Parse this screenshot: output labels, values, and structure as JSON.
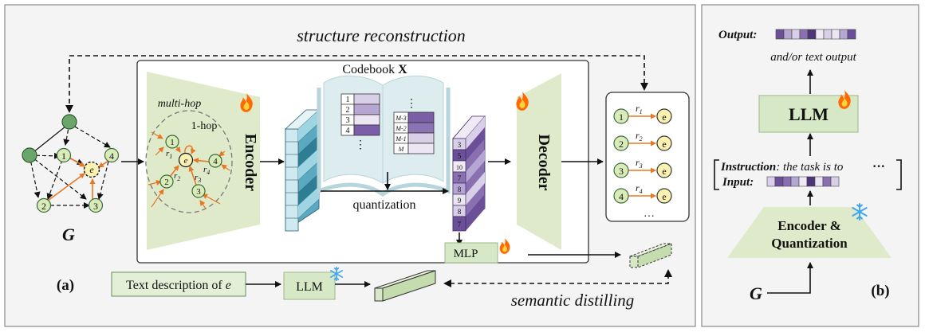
{
  "panel_a": {
    "top_label": "structure reconstruction",
    "graph_label": "G",
    "graph_nodes": {
      "n1": "1",
      "n2": "2",
      "n3": "3",
      "n4": "4",
      "center": "e"
    },
    "encoder": {
      "label": "Encoder",
      "multi_hop": "multi-hop",
      "one_hop": "1-hop",
      "nodes": {
        "n1": "1",
        "n2": "2",
        "n3": "3",
        "n4": "4",
        "center": "e"
      },
      "relations": {
        "r1": "r",
        "r1_sub": "1",
        "r2": "r",
        "r2_sub": "2",
        "r3": "r",
        "r3_sub": "3",
        "r4": "r",
        "r4_sub": "4"
      }
    },
    "codebook": {
      "title": "Codebook",
      "title_bold": "X",
      "left_rows": [
        "1",
        "2",
        "3",
        "4"
      ],
      "right_rows": [
        "M-3",
        "M-2",
        "M-1",
        "M"
      ],
      "dots": "⋮"
    },
    "quantization": "quantization",
    "quantized_codes": [
      "3",
      "5",
      "10",
      "7",
      "8",
      "9",
      "8",
      "7"
    ],
    "decoder": {
      "label": "Decoder"
    },
    "mlp": "MLP",
    "triples": [
      {
        "head": "1",
        "rel": "r",
        "sub": "1",
        "tail": "e"
      },
      {
        "head": "2",
        "rel": "r",
        "sub": "2",
        "tail": "e"
      },
      {
        "head": "3",
        "rel": "r",
        "sub": "3",
        "tail": "e"
      },
      {
        "head": "4",
        "rel": "r",
        "sub": "4",
        "tail": "e"
      }
    ],
    "triples_ellipsis": "…",
    "text_description": "Text description of ",
    "text_description_var": "e",
    "llm": "LLM",
    "semantic_label": "semantic distilling",
    "panel_label": "(a)"
  },
  "panel_b": {
    "output_label": "Output:",
    "output_text": "and/or text output",
    "llm": "LLM",
    "instruction_label": "Instruction",
    "instruction_text": ": the task is to",
    "instruction_ellipsis": "···",
    "input_label": "Input:",
    "encoder_line1": "Encoder &",
    "encoder_line2": "Quantization",
    "graph_label": "G",
    "panel_label": "(b)"
  },
  "colors": {
    "node_green": "#6aa56a",
    "node_light": "#d8ebb8",
    "node_center": "#fbf1b0",
    "edge_orange": "#e87722",
    "encoder_green": "#dfeacb",
    "cyan": "#9fd4e3",
    "cyan_dark": "#2e7d93",
    "purple": "#8a70b0",
    "purple_light": "#d9cfe8",
    "mlp_green": "#d7e8c6",
    "flame": "#ff6a00",
    "snow": "#3ea7f0"
  }
}
